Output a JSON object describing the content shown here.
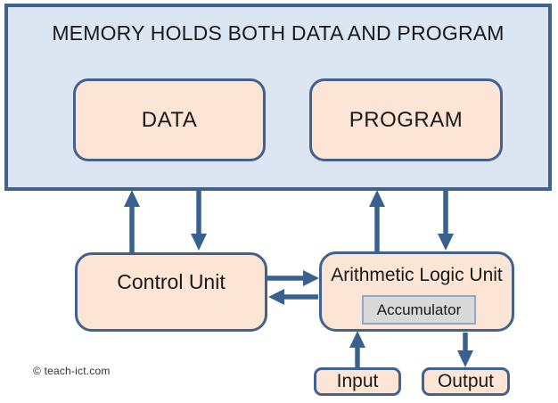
{
  "diagram": {
    "memory": {
      "title": "MEMORY HOLDS BOTH DATA AND PROGRAM",
      "data_label": "DATA",
      "program_label": "PROGRAM"
    },
    "control_unit_label": "Control Unit",
    "alu_label": "Arithmetic Logic Unit",
    "accumulator_label": "Accumulator",
    "input_label": "Input",
    "output_label": "Output",
    "copyright": "© teach-ict.com",
    "arrows": [
      {
        "from": "Control Unit",
        "to": "Memory"
      },
      {
        "from": "Memory",
        "to": "Control Unit"
      },
      {
        "from": "Arithmetic Logic Unit",
        "to": "Memory"
      },
      {
        "from": "Memory",
        "to": "Arithmetic Logic Unit"
      },
      {
        "from": "Control Unit",
        "to": "Arithmetic Logic Unit"
      },
      {
        "from": "Arithmetic Logic Unit",
        "to": "Control Unit"
      },
      {
        "from": "Input",
        "to": "Arithmetic Logic Unit"
      },
      {
        "from": "Arithmetic Logic Unit",
        "to": "Output"
      }
    ],
    "colors": {
      "memory_fill": "#dbe6f2",
      "component_fill": "#fce5d5",
      "accumulator_fill": "#d9d9d9",
      "border": "#41618e",
      "accumulator_border": "#8aa9cc",
      "arrow": "#38618f",
      "background": "#ffffff",
      "text": "#1a1a1a"
    }
  }
}
